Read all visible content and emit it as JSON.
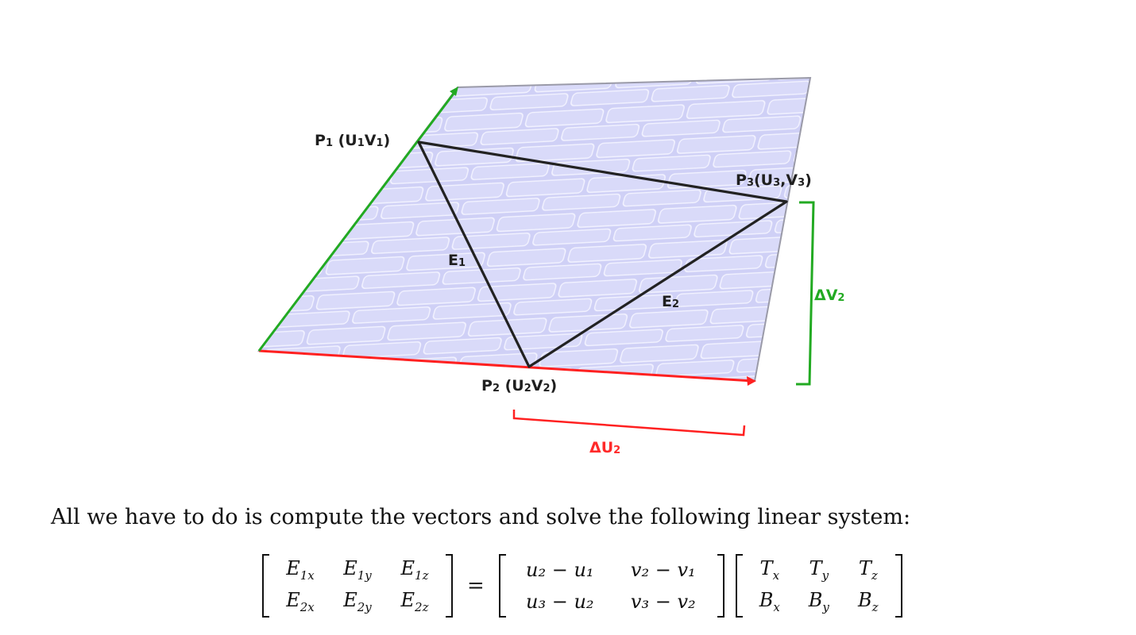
{
  "figure": {
    "labels": {
      "p1": {
        "main": "P",
        "sub": "1",
        "rest_a": " (U",
        "sub2": "1",
        "rest_b": "V",
        "sub3": "1",
        "rest_c": ")"
      },
      "p2": {
        "main": "P",
        "sub": "2",
        "rest_a": " (U",
        "sub2": "2",
        "rest_b": "V",
        "sub3": "2",
        "rest_c": ")"
      },
      "p3": {
        "main": "P",
        "sub": "3",
        "rest_a": "(U",
        "sub2": "3",
        "rest_b": ",V",
        "sub3": "3",
        "rest_c": ")"
      },
      "e1": {
        "main": "E",
        "sub": "1"
      },
      "e2": {
        "main": "E",
        "sub": "2"
      },
      "du": {
        "main": "ΔU",
        "sub": "2"
      },
      "dv": {
        "main": "ΔV",
        "sub": "2"
      }
    },
    "colors": {
      "plane_fill": "#cfd0f6",
      "brick_line": "#e8e8ff",
      "triangle": "#222222",
      "u_axis": "#ff2020",
      "v_axis": "#22aa22"
    }
  },
  "caption": "All we have to do is compute the vectors and solve the following linear system:",
  "equation": {
    "lhs": [
      [
        {
          "b": "E",
          "s": "1x"
        },
        {
          "b": "E",
          "s": "1y"
        },
        {
          "b": "E",
          "s": "1z"
        }
      ],
      [
        {
          "b": "E",
          "s": "2x"
        },
        {
          "b": "E",
          "s": "2y"
        },
        {
          "b": "E",
          "s": "2z"
        }
      ]
    ],
    "equals": "=",
    "uv": [
      [
        "u₂ − u₁",
        "v₂ − v₁"
      ],
      [
        "u₃ − u₂",
        "v₃ − v₂"
      ]
    ],
    "tb": [
      [
        {
          "b": "T",
          "s": "x"
        },
        {
          "b": "T",
          "s": "y"
        },
        {
          "b": "T",
          "s": "z"
        }
      ],
      [
        {
          "b": "B",
          "s": "x"
        },
        {
          "b": "B",
          "s": "y"
        },
        {
          "b": "B",
          "s": "z"
        }
      ]
    ]
  }
}
